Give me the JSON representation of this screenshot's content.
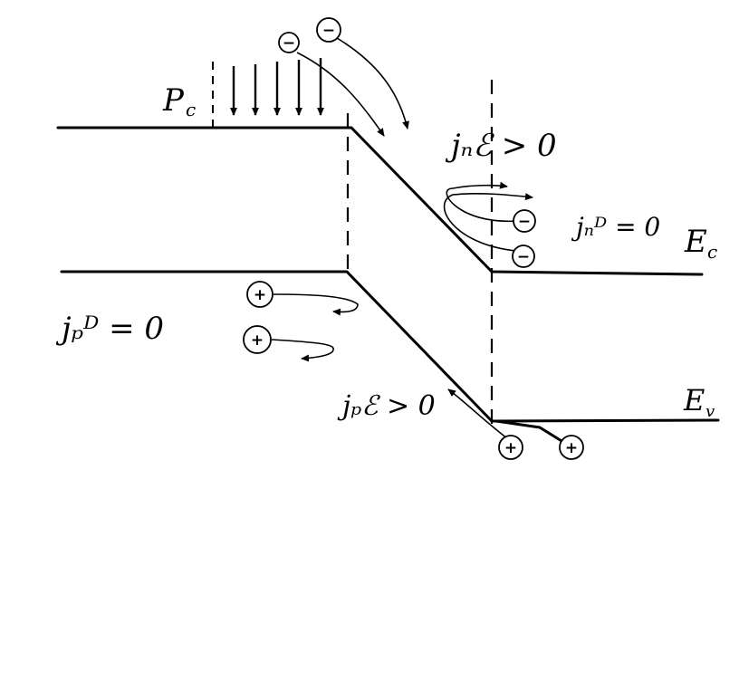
{
  "labels": {
    "pc": "P",
    "pc_sub": "c",
    "jn_drift": "jₙℰ > 0",
    "jn_diff": "jₙᴰ = 0",
    "ec": "E",
    "ec_sub": "c",
    "jp_diff": "jₚᴰ = 0",
    "jp_drift": "jₚℰ > 0",
    "ev": "E",
    "ev_sub": "v"
  },
  "carriers": {
    "electron_sign": "−",
    "hole_sign": "+"
  },
  "colors": {
    "ink": "#000000",
    "paper": "#ffffff"
  }
}
